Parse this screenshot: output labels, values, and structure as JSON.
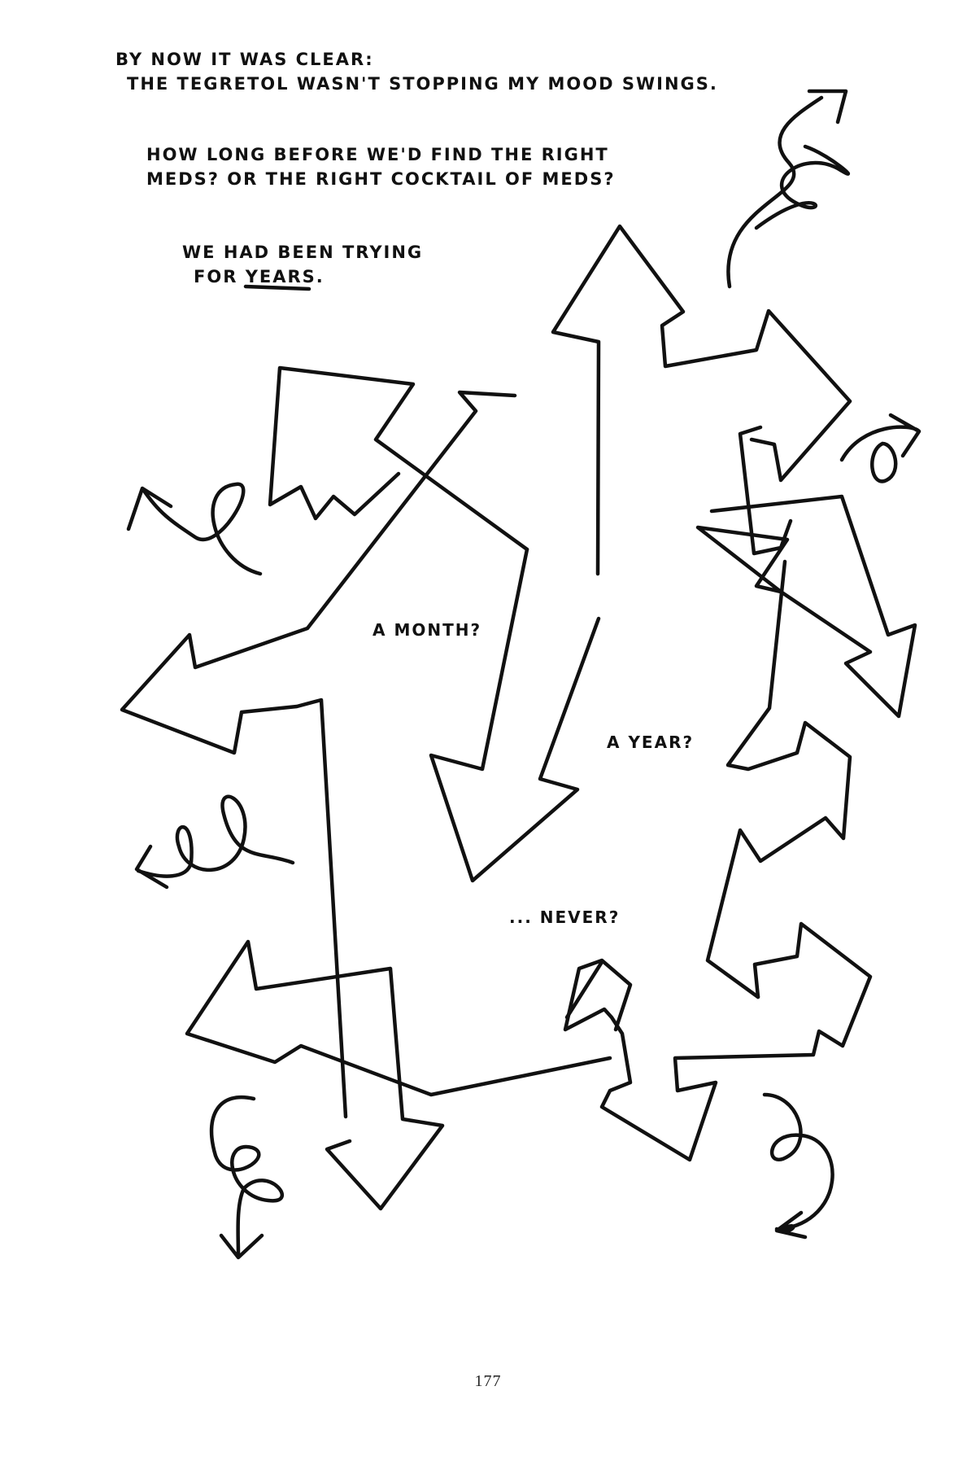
{
  "narration": {
    "line1": "BY NOW IT WAS CLEAR:",
    "line2": "THE TEGRETOL WASN'T STOPPING MY MOOD SWINGS.",
    "q_line1": "HOW LONG BEFORE WE'D FIND THE RIGHT",
    "q_line2": "MEDS? OR THE RIGHT COCKTAIL OF MEDS?",
    "trying_line1": "WE HAD BEEN TRYING",
    "trying_prefix": "FOR ",
    "trying_emphasis": "YEARS",
    "trying_suffix": "."
  },
  "questions": {
    "month": "A MONTH?",
    "year": "A YEAR?",
    "never": "... NEVER?"
  },
  "page_number": "177",
  "colors": {
    "ink": "#111111",
    "paper": "#ffffff"
  },
  "icons": [
    "arrow",
    "squiggle-arrow"
  ]
}
